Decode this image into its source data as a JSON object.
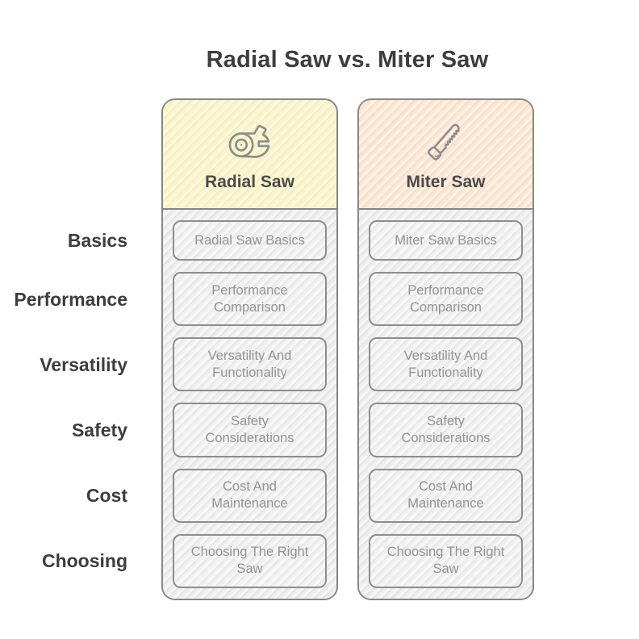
{
  "title": "Radial Saw vs. Miter Saw",
  "colors": {
    "radial_header_bg": "#faf4ca",
    "miter_header_bg": "#fbe6d2",
    "body_bg": "#ededed",
    "border": "#868686",
    "heading_text": "#3d3d3d",
    "cell_text": "#939393"
  },
  "row_labels": [
    "Basics",
    "Performance",
    "Versatility",
    "Safety",
    "Cost",
    "Choosing"
  ],
  "columns": [
    {
      "id": "radial-saw",
      "title": "Radial Saw",
      "icon": "circular-saw-icon",
      "cells": [
        "Radial Saw Basics",
        "Performance Comparison",
        "Versatility And Functionality",
        "Safety Considerations",
        "Cost And Maintenance",
        "Choosing The Right Saw"
      ]
    },
    {
      "id": "miter-saw",
      "title": "Miter Saw",
      "icon": "hand-saw-icon",
      "cells": [
        "Miter Saw Basics",
        "Performance Comparison",
        "Versatility And Functionality",
        "Safety Considerations",
        "Cost And Maintenance",
        "Choosing The Right Saw"
      ]
    }
  ]
}
